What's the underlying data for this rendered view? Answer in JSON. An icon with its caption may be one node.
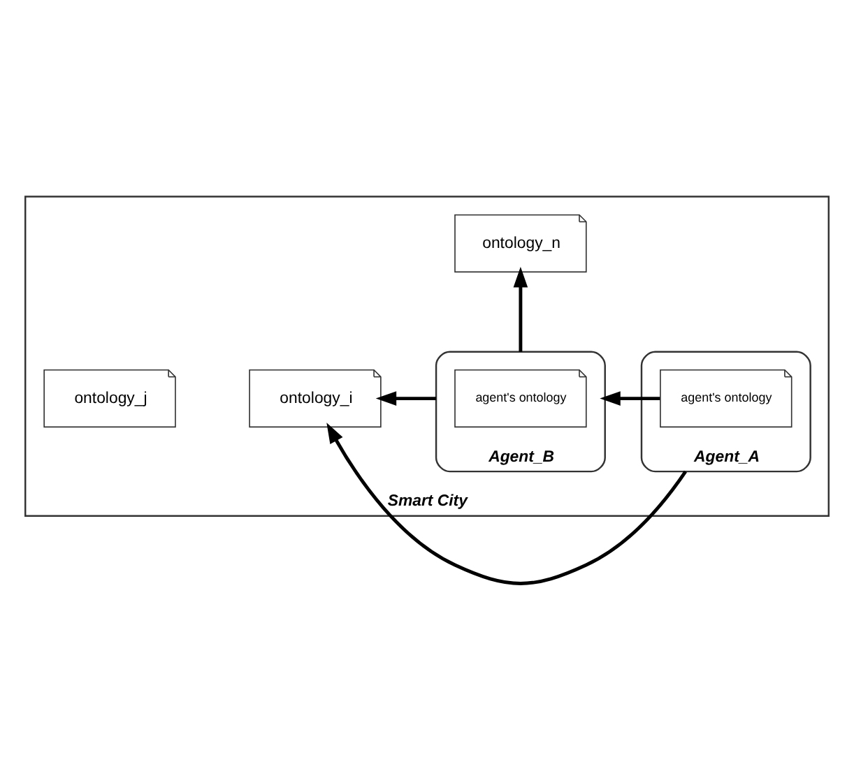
{
  "diagram": {
    "nodes": [
      {
        "text": [
          "Smart City"
        ]
      },
      {
        "text": [
          "ontology_i"
        ],
        "in": 0
      },
      {
        "text": [
          "ontology_j"
        ],
        "in": 0
      },
      {
        "text": [
          "ontology_n"
        ],
        "in": 0
      },
      {
        "text": [
          "Agent_A"
        ],
        "in": 0
      },
      {
        "text": [
          "agent's ontology"
        ],
        "in": 4
      },
      {
        "text": [
          "Agent_B"
        ],
        "in": 0
      },
      {
        "text": [
          "agent's ontology"
        ],
        "in": 6
      }
    ],
    "edges": [
      {
        "from": 4,
        "to": 1,
        "arrow": "to"
      },
      {
        "from": 6,
        "to": 1,
        "arrow": "to"
      },
      {
        "from": 6,
        "to": 3,
        "arrow": "to"
      },
      {
        "from": 5,
        "to": 6,
        "arrow": "to"
      }
    ]
  }
}
